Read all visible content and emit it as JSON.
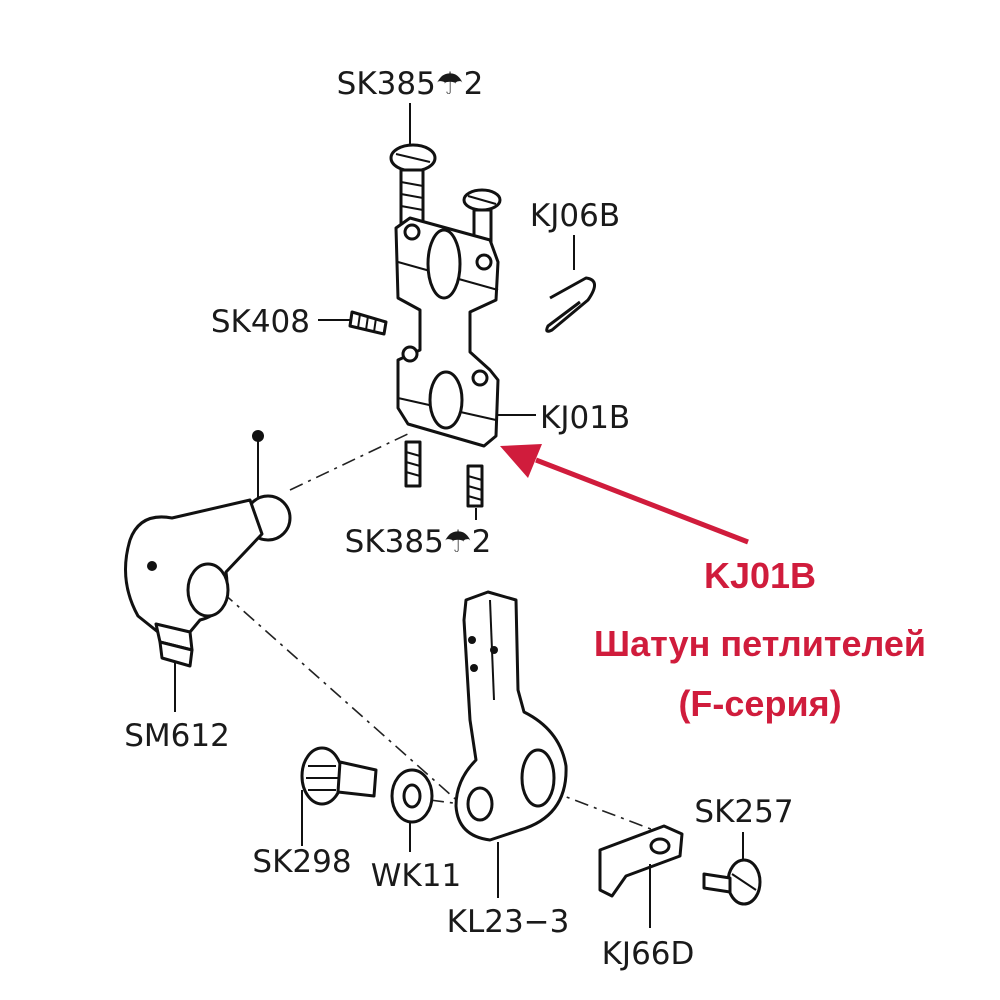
{
  "labels": {
    "sk385_top": "SK385☂2",
    "kj06b": "KJ06B",
    "sk408": "SK408",
    "kj01b": "KJ01B",
    "sk385_bottom": "SK385☂2",
    "sm612": "SM612",
    "sk298": "SK298",
    "wk11": "WK11",
    "kl23_3": "KL23−3",
    "sk257": "SK257",
    "kj66d": "KJ66D"
  },
  "callout": {
    "code": "KJ01B",
    "name": "Шатун петлителей",
    "series": "(F-серия)",
    "color": "#d01c3c"
  }
}
